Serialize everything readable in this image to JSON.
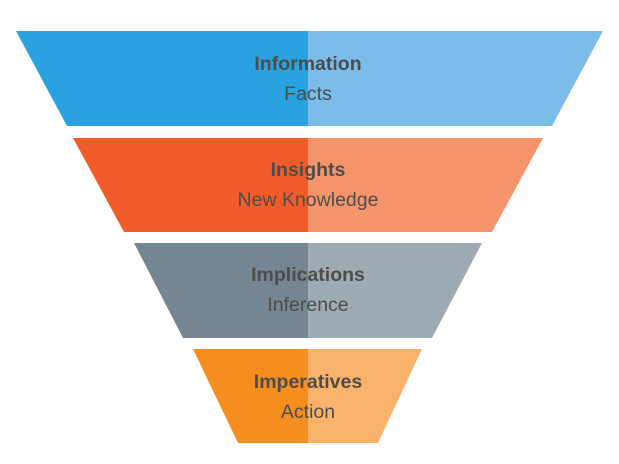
{
  "funnel": {
    "tiers": [
      {
        "title": "Information",
        "subtitle": "Facts",
        "color_left": "#29a3df",
        "color_right": "#7bbce9"
      },
      {
        "title": "Insights",
        "subtitle": "New Knowledge",
        "color_left": "#f25c2b",
        "color_right": "#f6946a"
      },
      {
        "title": "Implications",
        "subtitle": "Inference",
        "color_left": "#738692",
        "color_right": "#9eabb3"
      },
      {
        "title": "Imperatives",
        "subtitle": "Action",
        "color_left": "#f68d1f",
        "color_right": "#f9b26a"
      }
    ]
  }
}
